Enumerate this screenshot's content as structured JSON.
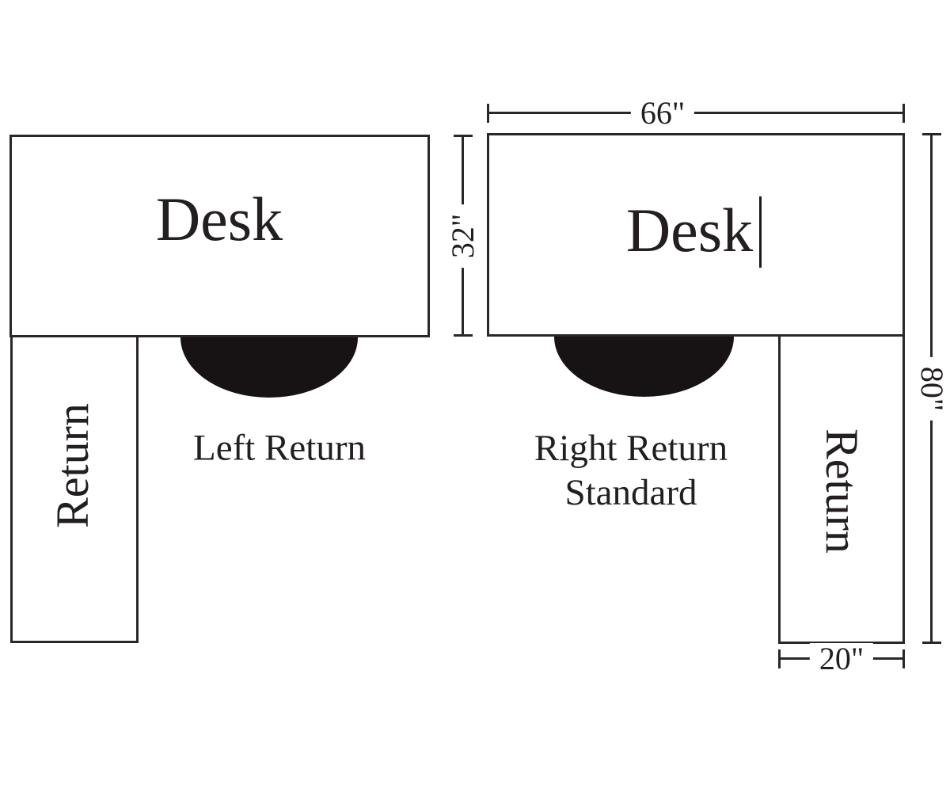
{
  "diagram": {
    "left_layout": {
      "desk_label": "Desk",
      "return_label": "Return",
      "caption": "Left Return",
      "depth_dimension": "32\""
    },
    "right_layout": {
      "desk_label": "Desk",
      "return_label": "Return",
      "caption_line1": "Right Return",
      "caption_line2": "Standard",
      "top_width_dimension": "66\"",
      "total_height_dimension": "80\"",
      "return_width_dimension": "20\""
    },
    "colors": {
      "line": "#2b2727",
      "text": "#231f20",
      "chair_fill": "#171213",
      "background": "#ffffff"
    }
  }
}
